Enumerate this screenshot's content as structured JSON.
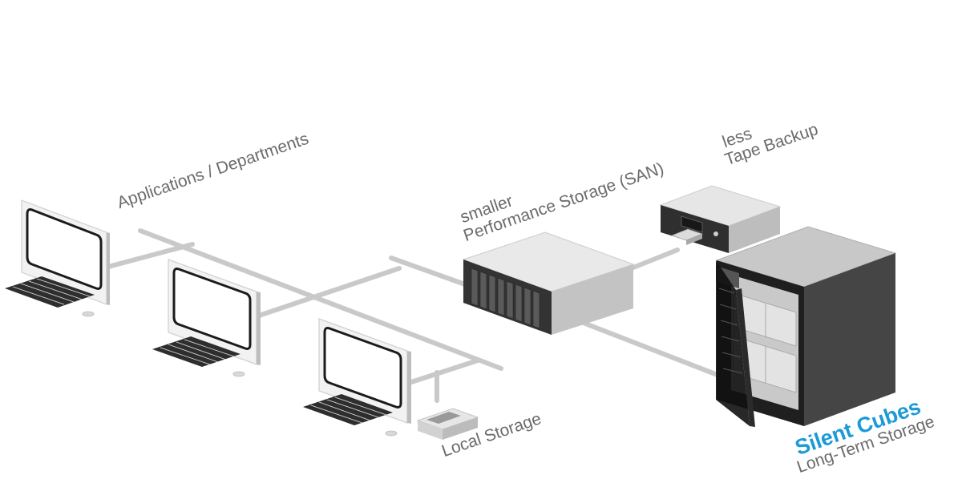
{
  "labels": {
    "applications": "Applications / Departments",
    "san_line1": "smaller",
    "san_line2": "Performance Storage (SAN)",
    "tape_line1": "less",
    "tape_line2": "Tape Backup",
    "local_storage": "Local Storage",
    "product": "Silent Cubes",
    "product_subtitle": "Long-Term Storage"
  },
  "colors": {
    "text": "#6b6b6b",
    "brand": "#1a9ad6",
    "connector": "#c8c8c8",
    "device_light": "#e6e6e6",
    "device_mid": "#bcbcbc",
    "cabinet_dark": "#3a3a3a"
  },
  "icons": [
    "desktop-computer-icon",
    "local-storage-box-icon",
    "san-storage-array-icon",
    "tape-backup-unit-icon",
    "silent-cubes-cabinet-icon"
  ]
}
